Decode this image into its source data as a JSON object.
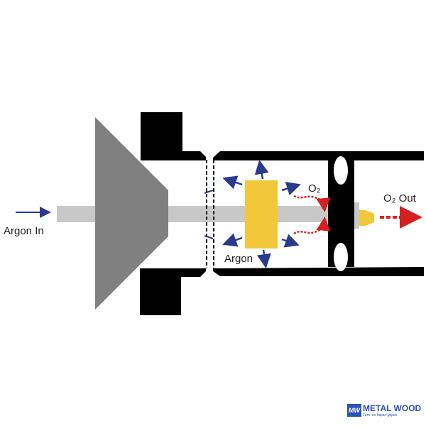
{
  "labels": {
    "argon_in": "Argon In",
    "argon": "Argon",
    "o2": "O₂",
    "o2_out": "O₂ Out"
  },
  "logo": {
    "mark": "MW",
    "title": "METAL WOOD",
    "subtitle": "Fém- és faipari gépek"
  },
  "colors": {
    "argon_arrow": "#2a3a8c",
    "oxygen_arrow": "#d42020",
    "yellow": "#f2c83a",
    "rod": "#c8c8c8",
    "cone": "#808080",
    "body": "#000000"
  }
}
